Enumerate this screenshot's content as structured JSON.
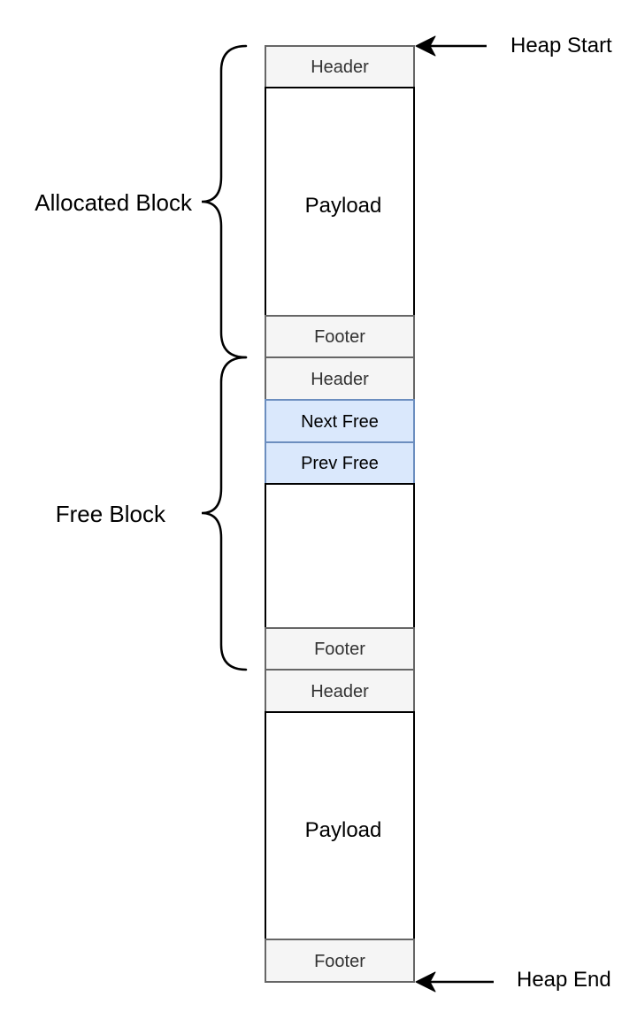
{
  "diagram": {
    "cells": [
      {
        "text": "Header",
        "kind": "meta"
      },
      {
        "text": "Payload",
        "kind": "payload"
      },
      {
        "text": "Footer",
        "kind": "meta"
      },
      {
        "text": "Header",
        "kind": "meta"
      },
      {
        "text": "Next Free",
        "kind": "pointer"
      },
      {
        "text": "Prev Free",
        "kind": "pointer"
      },
      {
        "text": "",
        "kind": "empty"
      },
      {
        "text": "Footer",
        "kind": "meta"
      },
      {
        "text": "Header",
        "kind": "meta"
      },
      {
        "text": "Payload",
        "kind": "payload"
      },
      {
        "text": "Footer",
        "kind": "meta"
      }
    ],
    "braces": [
      {
        "label": "Allocated Block"
      },
      {
        "label": "Free Block"
      }
    ],
    "arrows": [
      {
        "label": "Heap Start"
      },
      {
        "label": "Heap End"
      }
    ],
    "colors": {
      "meta_fill": "#f5f5f5",
      "meta_stroke": "#666666",
      "pointer_fill": "#dae8fc",
      "pointer_stroke": "#6c8ebf",
      "column_stroke": "#000000"
    }
  }
}
